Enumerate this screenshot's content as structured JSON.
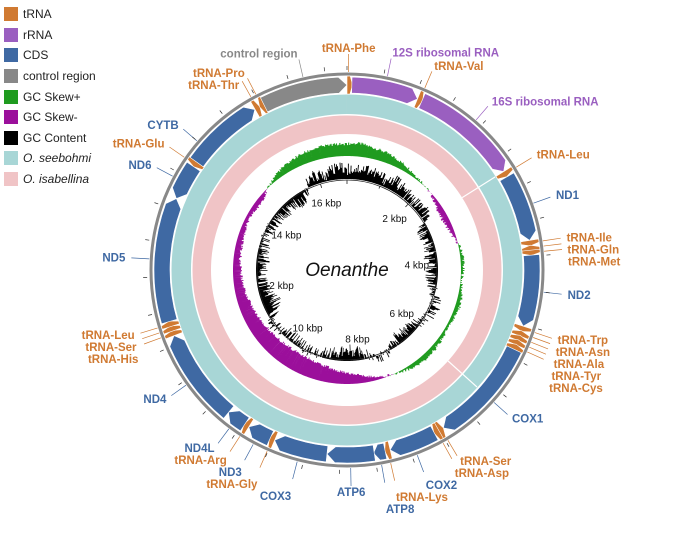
{
  "title": "Oenanthe",
  "colors": {
    "tRNA": "#d07a32",
    "rRNA": "#9a5fc0",
    "CDS": "#3f69a3",
    "control": "#888888",
    "gc_pos": "#1f9b1f",
    "gc_neg": "#9b0f9b",
    "gc_content": "#000000",
    "seebohmi": "#a8d6d6",
    "isabellina": "#f0c4c6",
    "ring": "#888888"
  },
  "legend": [
    {
      "label": "tRNA",
      "color": "#d07a32",
      "italic": false
    },
    {
      "label": "rRNA",
      "color": "#9a5fc0",
      "italic": false
    },
    {
      "label": "CDS",
      "color": "#3f69a3",
      "italic": false
    },
    {
      "label": "control region",
      "color": "#888888",
      "italic": false
    },
    {
      "label": "GC Skew+",
      "color": "#1f9b1f",
      "italic": false
    },
    {
      "label": "GC Skew-",
      "color": "#9b0f9b",
      "italic": false
    },
    {
      "label": "GC Content",
      "color": "#000000",
      "italic": false
    },
    {
      "label": "O. seebohmi",
      "color": "#a8d6d6",
      "italic": true
    },
    {
      "label": "O. isabellina",
      "color": "#f0c4c6",
      "italic": true
    }
  ],
  "genome_length": 16800,
  "kbp_labels": [
    "2 kbp",
    "4 kbp",
    "6 kbp",
    "8 kbp",
    "10 kbp",
    "12 kbp",
    "14 kbp",
    "16 kbp"
  ],
  "features": [
    {
      "type": "tRNA",
      "start": 0,
      "end": 70,
      "strand": 1
    },
    {
      "type": "rRNA",
      "start": 70,
      "end": 1045,
      "strand": 1
    },
    {
      "type": "tRNA",
      "start": 1045,
      "end": 1115,
      "strand": 1
    },
    {
      "type": "rRNA",
      "start": 1115,
      "end": 2700,
      "strand": 1
    },
    {
      "type": "tRNA",
      "start": 2700,
      "end": 2775,
      "strand": 1
    },
    {
      "type": "CDS",
      "start": 2790,
      "end": 3770,
      "strand": 1
    },
    {
      "type": "tRNA",
      "start": 3770,
      "end": 3840,
      "strand": 1
    },
    {
      "type": "tRNA",
      "start": 3840,
      "end": 3912,
      "strand": -1
    },
    {
      "type": "tRNA",
      "start": 3912,
      "end": 3980,
      "strand": 1
    },
    {
      "type": "CDS",
      "start": 3985,
      "end": 5025,
      "strand": 1
    },
    {
      "type": "tRNA",
      "start": 5025,
      "end": 5095,
      "strand": 1
    },
    {
      "type": "tRNA",
      "start": 5095,
      "end": 5165,
      "strand": -1
    },
    {
      "type": "tRNA",
      "start": 5165,
      "end": 5235,
      "strand": -1
    },
    {
      "type": "tRNA",
      "start": 5235,
      "end": 5305,
      "strand": -1
    },
    {
      "type": "tRNA",
      "start": 5305,
      "end": 5375,
      "strand": -1
    },
    {
      "type": "CDS",
      "start": 5385,
      "end": 6935,
      "strand": 1
    },
    {
      "type": "tRNA",
      "start": 6935,
      "end": 7005,
      "strand": -1
    },
    {
      "type": "tRNA",
      "start": 7010,
      "end": 7080,
      "strand": 1
    },
    {
      "type": "CDS",
      "start": 7085,
      "end": 7770,
      "strand": 1
    },
    {
      "type": "tRNA",
      "start": 7770,
      "end": 7840,
      "strand": 1
    },
    {
      "type": "CDS",
      "start": 7845,
      "end": 8015,
      "strand": 1
    },
    {
      "type": "CDS",
      "start": 8005,
      "end": 8690,
      "strand": 1
    },
    {
      "type": "CDS",
      "start": 8690,
      "end": 9475,
      "strand": 1
    },
    {
      "type": "tRNA",
      "start": 9475,
      "end": 9545,
      "strand": 1
    },
    {
      "type": "CDS",
      "start": 9545,
      "end": 9895,
      "strand": 1
    },
    {
      "type": "tRNA",
      "start": 9895,
      "end": 9965,
      "strand": 1
    },
    {
      "type": "CDS",
      "start": 9965,
      "end": 10260,
      "strand": 1
    },
    {
      "type": "CDS",
      "start": 10255,
      "end": 11630,
      "strand": 1
    },
    {
      "type": "tRNA",
      "start": 11630,
      "end": 11700,
      "strand": 1
    },
    {
      "type": "tRNA",
      "start": 11700,
      "end": 11770,
      "strand": 1
    },
    {
      "type": "tRNA",
      "start": 11770,
      "end": 11842,
      "strand": 1
    },
    {
      "type": "CDS",
      "start": 11845,
      "end": 13660,
      "strand": 1
    },
    {
      "type": "CDS",
      "start": 13660,
      "end": 14185,
      "strand": -1
    },
    {
      "type": "tRNA",
      "start": 14185,
      "end": 14255,
      "strand": -1
    },
    {
      "type": "CDS",
      "start": 14265,
      "end": 15405,
      "strand": 1
    },
    {
      "type": "tRNA",
      "start": 15410,
      "end": 15480,
      "strand": 1
    },
    {
      "type": "tRNA",
      "start": 15485,
      "end": 15555,
      "strand": -1
    },
    {
      "type": "control",
      "start": 15555,
      "end": 16800,
      "strand": 1
    }
  ],
  "labels": [
    {
      "text": "tRNA-Phe",
      "pos": 20,
      "type": "tRNA"
    },
    {
      "text": "12S ribosomal RNA",
      "pos": 550,
      "type": "rRNA"
    },
    {
      "text": "tRNA-Val",
      "pos": 1080,
      "type": "tRNA"
    },
    {
      "text": "16S ribosomal RNA",
      "pos": 1900,
      "type": "rRNA"
    },
    {
      "text": "tRNA-Leu",
      "pos": 2740,
      "type": "tRNA"
    },
    {
      "text": "ND1",
      "pos": 3280,
      "type": "CDS"
    },
    {
      "text": "tRNA-Ile",
      "pos": 3805,
      "type": "tRNA"
    },
    {
      "text": "tRNA-Gln",
      "pos": 3876,
      "type": "tRNA"
    },
    {
      "text": "tRNA-Met",
      "pos": 3946,
      "type": "tRNA"
    },
    {
      "text": "ND2",
      "pos": 4500,
      "type": "CDS"
    },
    {
      "text": "tRNA-Trp",
      "pos": 5060,
      "type": "tRNA"
    },
    {
      "text": "tRNA-Asn",
      "pos": 5130,
      "type": "tRNA"
    },
    {
      "text": "tRNA-Ala",
      "pos": 5200,
      "type": "tRNA"
    },
    {
      "text": "tRNA-Tyr",
      "pos": 5270,
      "type": "tRNA"
    },
    {
      "text": "tRNA-Cys",
      "pos": 5340,
      "type": "tRNA"
    },
    {
      "text": "COX1",
      "pos": 6160,
      "type": "CDS"
    },
    {
      "text": "tRNA-Ser",
      "pos": 6970,
      "type": "tRNA"
    },
    {
      "text": "tRNA-Asp",
      "pos": 7045,
      "type": "tRNA"
    },
    {
      "text": "COX2",
      "pos": 7430,
      "type": "CDS"
    },
    {
      "text": "tRNA-Lys",
      "pos": 7805,
      "type": "tRNA"
    },
    {
      "text": "ATP8",
      "pos": 7930,
      "type": "CDS"
    },
    {
      "text": "ATP6",
      "pos": 8350,
      "type": "CDS"
    },
    {
      "text": "COX3",
      "pos": 9080,
      "type": "CDS"
    },
    {
      "text": "tRNA-Gly",
      "pos": 9510,
      "type": "tRNA"
    },
    {
      "text": "ND3",
      "pos": 9720,
      "type": "CDS"
    },
    {
      "text": "tRNA-Arg",
      "pos": 9930,
      "type": "tRNA"
    },
    {
      "text": "ND4L",
      "pos": 10110,
      "type": "CDS"
    },
    {
      "text": "ND4",
      "pos": 10940,
      "type": "CDS"
    },
    {
      "text": "tRNA-His",
      "pos": 11665,
      "type": "tRNA"
    },
    {
      "text": "tRNA-Ser",
      "pos": 11735,
      "type": "tRNA"
    },
    {
      "text": "tRNA-Leu",
      "pos": 11806,
      "type": "tRNA"
    },
    {
      "text": "ND5",
      "pos": 12750,
      "type": "CDS"
    },
    {
      "text": "CYTB",
      "pos": 14500,
      "type": "CDS"
    },
    {
      "text": "tRNA-Thr",
      "pos": 15445,
      "type": "tRNA"
    },
    {
      "text": "tRNA-Pro",
      "pos": 15520,
      "type": "tRNA"
    },
    {
      "text": "ND6",
      "pos": 13920,
      "type": "CDS"
    },
    {
      "text": "tRNA-Glu",
      "pos": 14220,
      "type": "tRNA"
    },
    {
      "text": "control region",
      "pos": 16200,
      "type": "control"
    }
  ],
  "skew_profile": [
    0.55,
    0.6,
    0.5,
    0.45,
    0.35,
    0.25,
    0.12,
    0.05,
    -0.05,
    -0.2,
    -0.3,
    -0.25,
    -0.15,
    0.05,
    0.15,
    0.1,
    0.05,
    0.15,
    0.2,
    0.15,
    0.1,
    0.15,
    0.2,
    0.25,
    0.2,
    0.1,
    0.0,
    -0.1,
    -0.25,
    -0.4,
    -0.5,
    -0.6,
    -0.7,
    -0.75,
    -0.8,
    -0.82,
    -0.8,
    -0.78,
    -0.75,
    -0.7,
    -0.65,
    -0.6,
    -0.55,
    -0.45,
    -0.4,
    -0.35,
    -0.3,
    -0.3,
    -0.25,
    -0.2,
    -0.18,
    -0.25,
    -0.15,
    0.05,
    0.25,
    0.35,
    0.45,
    0.5,
    0.55,
    0.55
  ],
  "gc_profile": [
    0.45,
    0.5,
    0.55,
    0.4,
    0.35,
    0.5,
    0.3,
    0.2,
    0.25,
    0.3,
    -0.2,
    -0.35,
    -0.3,
    -0.25,
    -0.4,
    -0.3,
    -0.35,
    -0.2,
    0.1,
    0.2,
    0.1,
    -0.1,
    -0.3,
    -0.4,
    -0.3,
    -0.2,
    0.15,
    0.1,
    -0.25,
    -0.45,
    -0.5,
    -0.35,
    -0.3,
    -0.2,
    -0.1,
    -0.15,
    -0.2,
    -0.25,
    -0.1,
    0.05,
    -0.3,
    -0.6,
    -0.5,
    -0.3,
    -0.2,
    -0.25,
    -0.35,
    -0.3,
    -0.2,
    -0.15,
    -0.2,
    -0.3,
    -0.35,
    -0.25,
    -0.4,
    -0.3,
    0.2,
    0.4,
    0.3,
    0.5
  ]
}
